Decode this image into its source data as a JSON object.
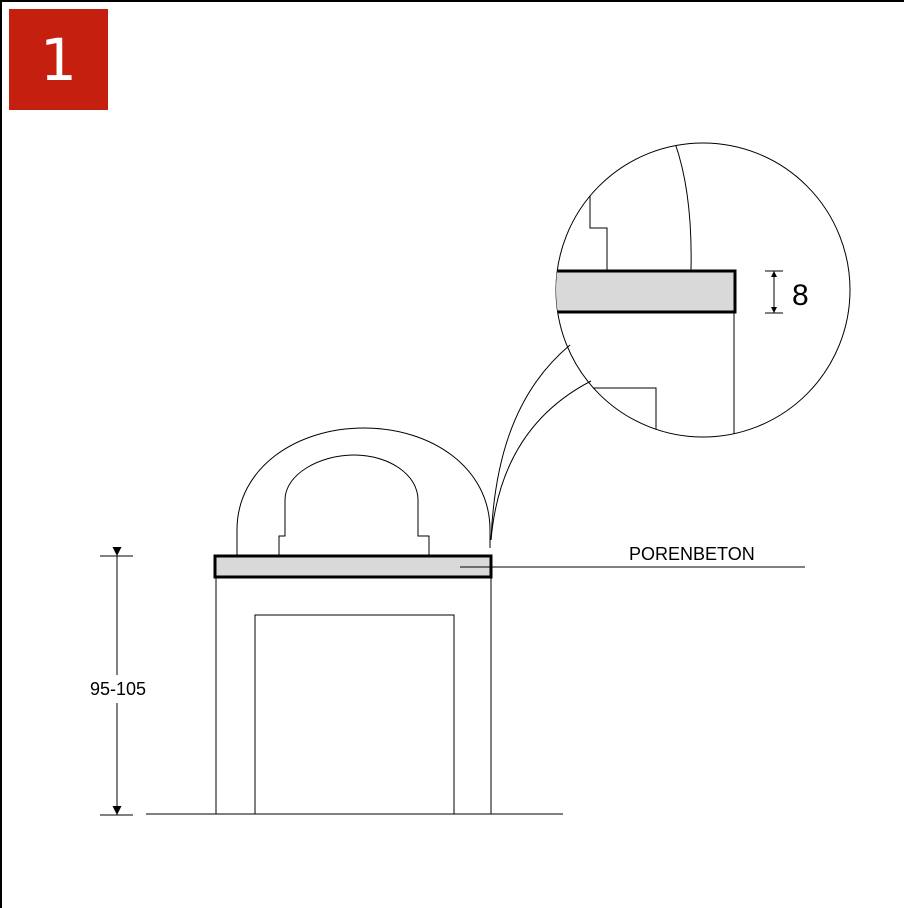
{
  "badge": {
    "number": "1",
    "color": "#c41f0f"
  },
  "labels": {
    "material": "PORENBETON",
    "height_dimension": "95-105",
    "thickness_dimension": "8"
  },
  "colors": {
    "lintel_fill": "#d9d9d9",
    "line": "#000000"
  }
}
